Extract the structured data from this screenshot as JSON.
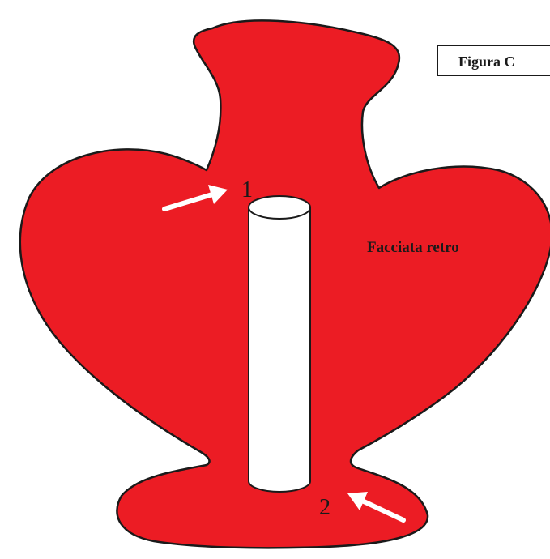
{
  "figure": {
    "caption": "Figura C"
  },
  "labels": {
    "face": "Facciata retro",
    "marker_1": "1",
    "marker_2": "2"
  },
  "colors": {
    "body_fill": "#ec1c24",
    "outline": "#1a1a1a",
    "cylinder_fill": "#ffffff",
    "arrow": "#ffffff",
    "text": "#1a1a1a"
  }
}
